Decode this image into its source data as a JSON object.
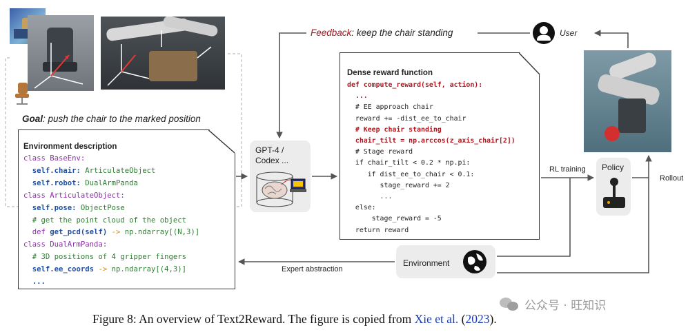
{
  "goal": {
    "label": "Goal",
    "text": ": push the chair to the marked position"
  },
  "feedback": {
    "label": "Feedback",
    "text": ": keep the chair standing"
  },
  "user": {
    "label": "User"
  },
  "env_desc": {
    "title": "Environment description",
    "lines": [
      [
        {
          "t": "class ",
          "c": "kw"
        },
        {
          "t": "BaseEnv:",
          "c": "cls"
        }
      ],
      [
        {
          "t": "  self.chair: ",
          "c": "attr"
        },
        {
          "t": "ArticulateObject",
          "c": "type"
        }
      ],
      [
        {
          "t": "  self.robot: ",
          "c": "attr"
        },
        {
          "t": "DualArmPanda",
          "c": "type"
        }
      ],
      [
        {
          "t": "class ",
          "c": "kw"
        },
        {
          "t": "ArticulateObject:",
          "c": "cls"
        }
      ],
      [
        {
          "t": "  self.pose: ",
          "c": "attr"
        },
        {
          "t": "ObjectPose",
          "c": "type"
        }
      ],
      [
        {
          "t": "  # get the point cloud of the object",
          "c": "type"
        }
      ],
      [
        {
          "t": "  def ",
          "c": "kw"
        },
        {
          "t": "get_pcd(self) ",
          "c": "attr"
        },
        {
          "t": "-> ",
          "c": "orange"
        },
        {
          "t": "np.ndarray[(N,3)]",
          "c": "type"
        }
      ],
      [
        {
          "t": "class ",
          "c": "kw"
        },
        {
          "t": "DualArmPanda:",
          "c": "cls"
        }
      ],
      [
        {
          "t": "  # 3D positions of 4 gripper fingers",
          "c": "type"
        }
      ],
      [
        {
          "t": "  self.ee_coords ",
          "c": "attr"
        },
        {
          "t": "-> ",
          "c": "orange"
        },
        {
          "t": "np.ndarray[(4,3)]",
          "c": "type"
        }
      ],
      [
        {
          "t": "  ...",
          "c": "attr"
        }
      ]
    ]
  },
  "gpt": {
    "label": "GPT-4 /\nCodex ..."
  },
  "reward": {
    "title": "Dense reward function",
    "lines": [
      [
        {
          "t": "def ",
          "c": "red"
        },
        {
          "t": "compute_reward(self, action):",
          "c": "red"
        }
      ],
      [
        {
          "t": "  ...",
          "c": "red"
        }
      ],
      [
        {
          "t": "  # EE approach chair",
          "c": "plain"
        }
      ],
      [
        {
          "t": "  reward += -dist_ee_to_chair",
          "c": "plain"
        }
      ],
      [
        {
          "t": "  # Keep chair standing",
          "c": "red"
        }
      ],
      [
        {
          "t": "  chair_tilt = np.arccos(z_axis_chair[2])",
          "c": "red"
        }
      ],
      [
        {
          "t": "  # Stage reward",
          "c": "plain"
        }
      ],
      [
        {
          "t": "  if chair_tilt < 0.2 * np.pi:",
          "c": "plain"
        }
      ],
      [
        {
          "t": "     if dist_ee_to_chair < 0.1:",
          "c": "plain"
        }
      ],
      [
        {
          "t": "        stage_reward += 2",
          "c": "plain"
        }
      ],
      [
        {
          "t": "        ...",
          "c": "plain"
        }
      ],
      [
        {
          "t": "  else:",
          "c": "plain"
        }
      ],
      [
        {
          "t": "      stage_reward = -5",
          "c": "plain"
        }
      ],
      [
        {
          "t": "  return reward",
          "c": "plain"
        }
      ]
    ]
  },
  "rl_training": "RL training",
  "policy": "Policy",
  "rollout": "Rollout",
  "environment": "Environment",
  "expert_abstraction": "Expert abstraction",
  "caption": {
    "prefix": "Figure 8: An overview of Text2Reward. The figure is copied from ",
    "link": "Xie et al.",
    "open": " (",
    "year": "2023",
    "close": ")."
  },
  "watermark": "公众号 · 旺知识",
  "colors": {
    "feedback_red": "#a11a22",
    "accent_purple": "#8b2fa8",
    "type_green": "#2e7d32",
    "attr_blue": "#1f4fa3",
    "link_blue": "#1a3bb8"
  }
}
